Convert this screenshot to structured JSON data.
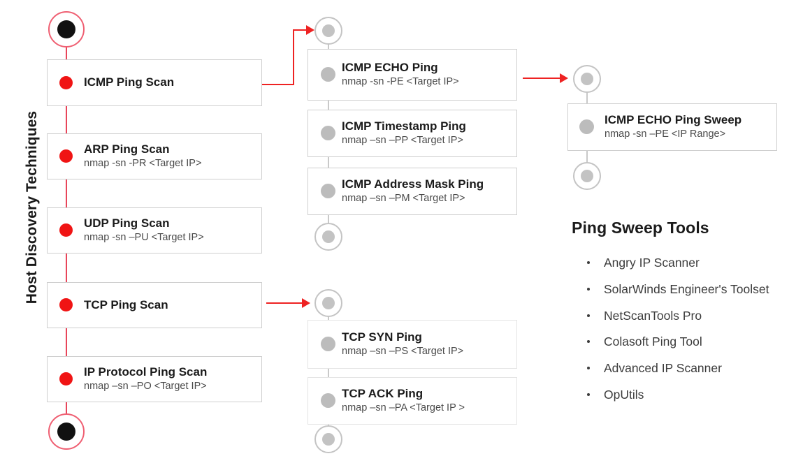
{
  "section": {
    "vertical_title": "Host Discovery Techniques"
  },
  "left_column": {
    "items": [
      {
        "title": "ICMP Ping Scan",
        "cmd": ""
      },
      {
        "title": "ARP Ping Scan",
        "cmd": "nmap -sn -PR <Target IP>"
      },
      {
        "title": "UDP Ping Scan",
        "cmd": "nmap -sn –PU <Target IP>"
      },
      {
        "title": "TCP Ping Scan",
        "cmd": ""
      },
      {
        "title": "IP Protocol Ping Scan",
        "cmd": "nmap –sn –PO <Target IP>"
      }
    ]
  },
  "icmp_branch": {
    "items": [
      {
        "title": "ICMP ECHO Ping",
        "cmd": "nmap -sn -PE <Target IP>"
      },
      {
        "title": "ICMP Timestamp Ping",
        "cmd": "nmap –sn –PP <Target IP>"
      },
      {
        "title": "ICMP Address Mask Ping",
        "cmd": "nmap –sn –PM <Target IP>"
      }
    ]
  },
  "tcp_branch": {
    "items": [
      {
        "title": "TCP SYN Ping",
        "cmd": "nmap –sn –PS <Target IP>"
      },
      {
        "title": "TCP ACK Ping",
        "cmd": "nmap –sn –PA <Target IP >"
      }
    ]
  },
  "sweep_branch": {
    "items": [
      {
        "title": "ICMP ECHO Ping Sweep",
        "cmd": "nmap -sn –PE <IP Range>"
      }
    ]
  },
  "tools_panel": {
    "title": "Ping Sweep Tools",
    "items": [
      "Angry IP Scanner",
      "SolarWinds Engineer's Toolset",
      "NetScanTools Pro",
      "Colasoft Ping Tool",
      "Advanced IP Scanner",
      "OpUtils"
    ]
  },
  "colors": {
    "red_accent": "#f01414",
    "red_arrow": "#ee2222",
    "red_ring": "#ef5f72",
    "gray_node": "#bcbcbc",
    "gray_border": "#cfcfcf",
    "text_dark": "#1b1b1b",
    "text_cmd": "#4a4a4a"
  }
}
